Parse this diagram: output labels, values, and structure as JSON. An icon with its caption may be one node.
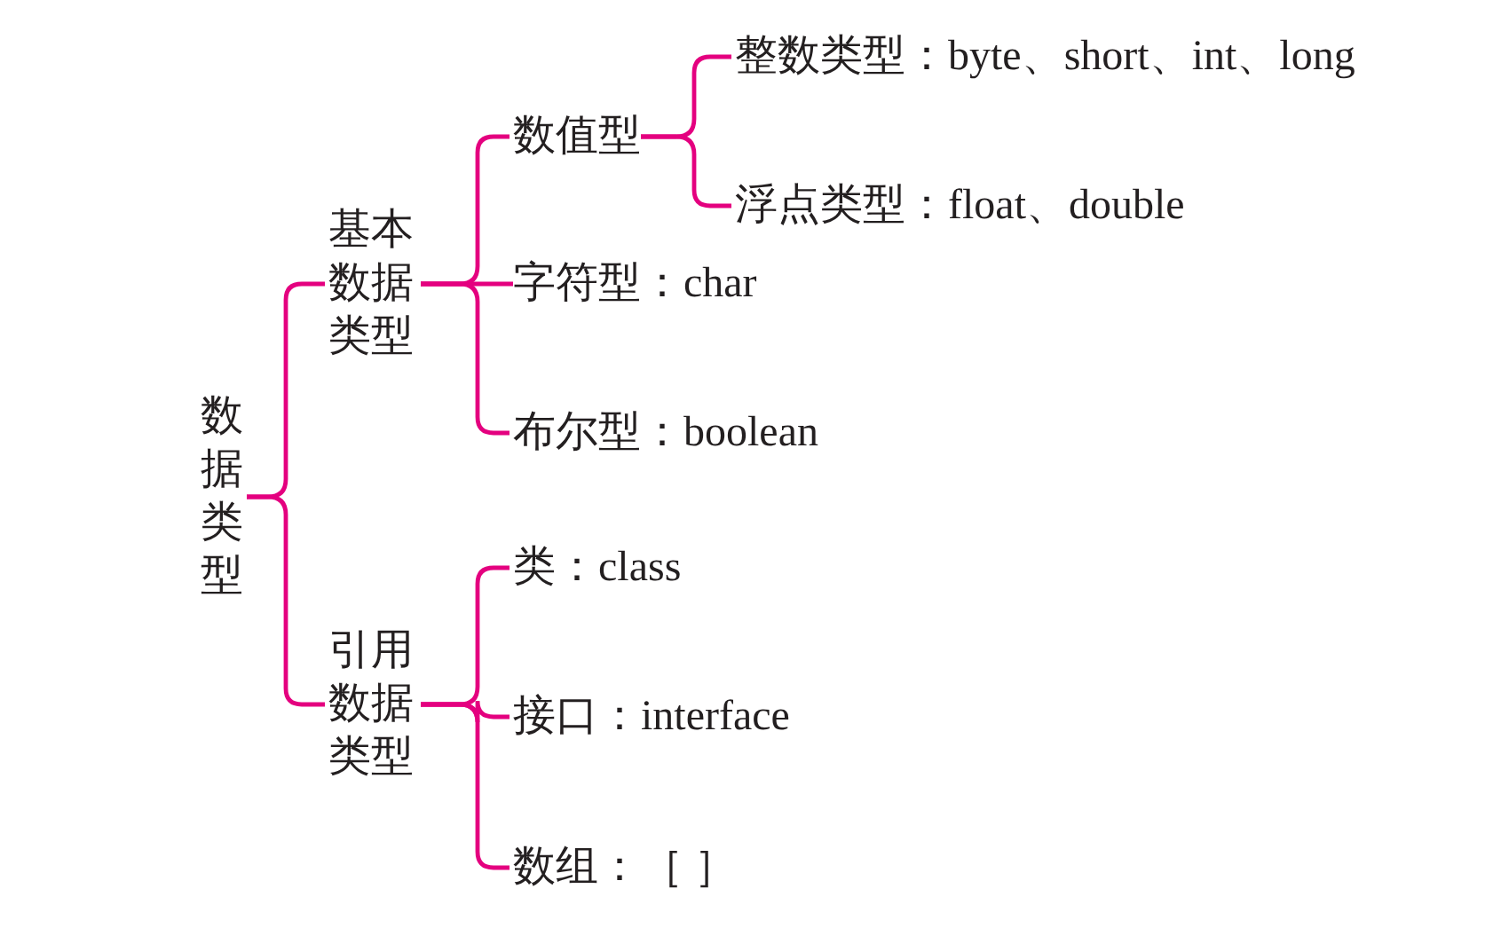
{
  "diagram": {
    "nodes": [
      {
        "text": [
          "数据类型"
        ]
      },
      {
        "text": [
          "基本数据类型"
        ]
      },
      {
        "text": [
          "引用数据类型"
        ]
      },
      {
        "text": [
          "数值型"
        ]
      },
      {
        "text": [
          "字符型：char"
        ]
      },
      {
        "text": [
          "布尔型：boolean"
        ]
      },
      {
        "text": [
          "整数类型：byte、short、int、long"
        ]
      },
      {
        "text": [
          "浮点类型：float、double"
        ]
      },
      {
        "text": [
          "类：class"
        ]
      },
      {
        "text": [
          "接口：interface"
        ]
      },
      {
        "text": [
          "数组：［ ］"
        ]
      }
    ],
    "edges": [
      {
        "from": 0,
        "to": 1,
        "arrow": "none"
      },
      {
        "from": 0,
        "to": 2,
        "arrow": "none"
      },
      {
        "from": 1,
        "to": 3,
        "arrow": "none"
      },
      {
        "from": 1,
        "to": 4,
        "arrow": "none"
      },
      {
        "from": 1,
        "to": 5,
        "arrow": "none"
      },
      {
        "from": 3,
        "to": 6,
        "arrow": "none"
      },
      {
        "from": 3,
        "to": 7,
        "arrow": "none"
      },
      {
        "from": 2,
        "to": 8,
        "arrow": "none"
      },
      {
        "from": 2,
        "to": 9,
        "arrow": "none"
      },
      {
        "from": 2,
        "to": 10,
        "arrow": "none"
      }
    ]
  }
}
